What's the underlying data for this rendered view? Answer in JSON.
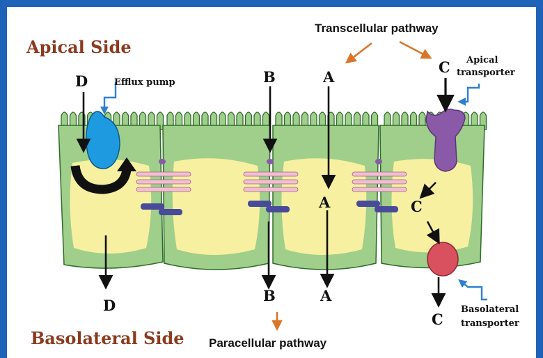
{
  "labels": {
    "apical_side": "Apical Side",
    "basolateral_side": "Basolateral Side",
    "transcellular_pathway": "Transcellular pathway",
    "paracellular_pathway": "Paracellular pathway",
    "efflux_pump": "Efflux pump",
    "apical_transporter_line1": "Apical",
    "apical_transporter_line2": "transporter",
    "basolateral_transporter_line1": "Basolateral",
    "basolateral_transporter_line2": "transporter"
  },
  "letters": {
    "d_top": "D",
    "d_bottom": "D",
    "b_top": "B",
    "b_bottom": "B",
    "a_top": "A",
    "a_middle": "A",
    "a_bottom": "A",
    "c_top": "C",
    "c_middle": "C",
    "c_bottom": "C"
  },
  "colors": {
    "frame": "#1f63b8",
    "apical_side": "#8b3a1e",
    "cell_outer": "#9fcf8a",
    "cell_inner": "#f7f0a0",
    "efflux_pump": "#1e9be0",
    "apical_transporter": "#8a5aa8",
    "basolateral_transporter": "#d9505f",
    "pathway_arrow": "#d9762a",
    "pointer_arrow": "#2f7fd0",
    "junction_pink": "#f0c0d0",
    "junction_navy": "#4a4a9a"
  }
}
